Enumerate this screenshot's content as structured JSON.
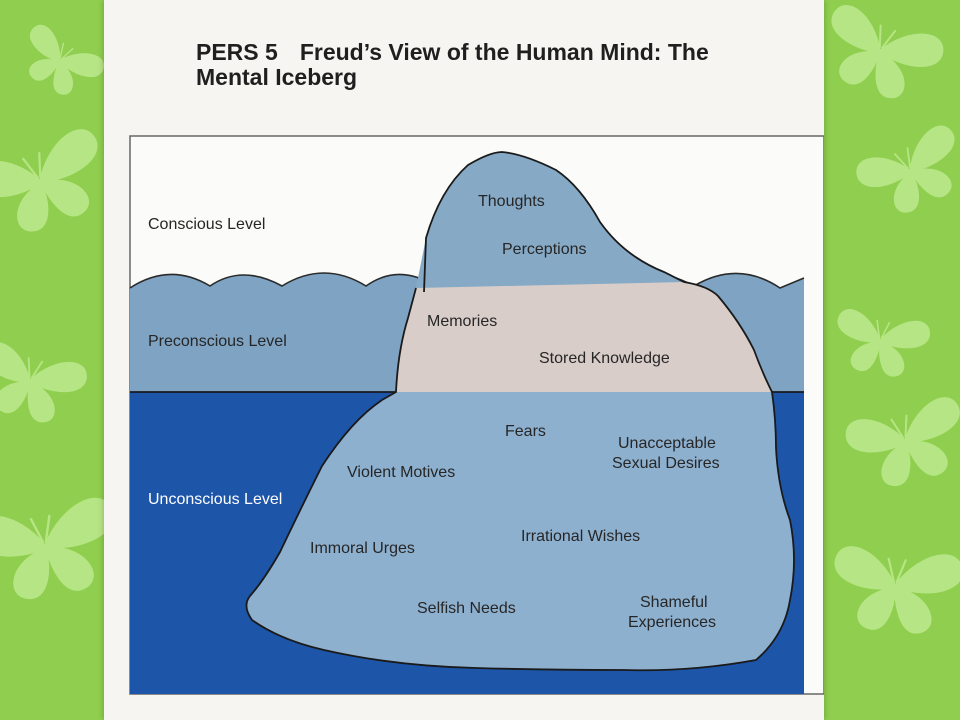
{
  "slide": {
    "code": "PERS 5",
    "title_line1": "Freud’s View of the Human Mind:  The",
    "title_line2": "Mental Iceberg"
  },
  "levels": {
    "conscious": "Conscious Level",
    "preconscious": "Preconscious Level",
    "unconscious": "Unconscious Level"
  },
  "items": {
    "thoughts": "Thoughts",
    "perceptions": "Perceptions",
    "memories": "Memories",
    "stored_knowledge": "Stored Knowledge",
    "fears": "Fears",
    "unacceptable_line1": "Unacceptable",
    "unacceptable_line2": "Sexual Desires",
    "violent_motives": "Violent Motives",
    "immoral_urges": "Immoral Urges",
    "irrational_wishes": "Irrational Wishes",
    "selfish_needs": "Selfish Needs",
    "shameful_line1": "Shameful",
    "shameful_line2": "Experiences"
  },
  "colors": {
    "background_green": "#8fce4e",
    "butterfly": "#b6e585",
    "paper": "#f6f5f1",
    "preconscious_water": "#7fa3c3",
    "deep_water": "#1d55a8",
    "iceberg_tip": "#86a9c6",
    "iceberg_middle": "#d9cdc9",
    "iceberg_submerged": "#8eb0cf"
  },
  "icons": {
    "background_decoration": "butterfly-icon"
  }
}
